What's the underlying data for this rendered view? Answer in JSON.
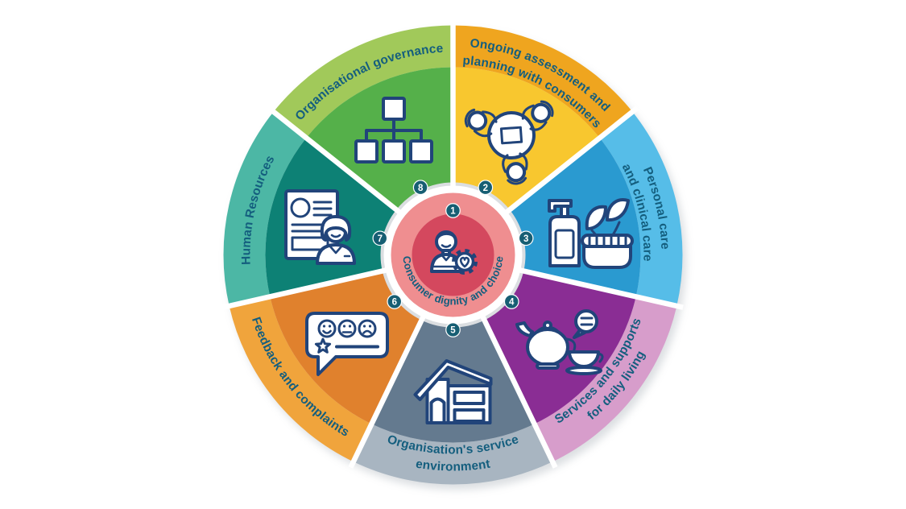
{
  "wheel": {
    "center": {
      "number": "1",
      "label": "Consumer dignity and choice",
      "icon": "person-gear-heart",
      "colors": {
        "ring": "#EF8E90",
        "inner": "#D4485E"
      }
    },
    "segments": [
      {
        "number": "2",
        "label_lines": [
          "Ongoing assessment and",
          "planning with consumers"
        ],
        "icon": "people-around-table",
        "colors": {
          "rim": "#EFA51F",
          "inner": "#F8C72F"
        }
      },
      {
        "number": "3",
        "label_lines": [
          "Personal care",
          "and clinical care"
        ],
        "icon": "care-products",
        "colors": {
          "rim": "#56BDE8",
          "inner": "#2A9AD0"
        }
      },
      {
        "number": "4",
        "label_lines": [
          "Services and supports",
          "for daily living"
        ],
        "icon": "teapot-and-cup",
        "colors": {
          "rim": "#D79DCB",
          "inner": "#8A2D94"
        }
      },
      {
        "number": "5",
        "label_lines": [
          "Organisation's service",
          "environment"
        ],
        "icon": "house",
        "colors": {
          "rim": "#A8B5C1",
          "inner": "#647A8F"
        }
      },
      {
        "number": "6",
        "label_lines": [
          "Feedback and complaints"
        ],
        "icon": "feedback-faces",
        "colors": {
          "rim": "#F0A43C",
          "inner": "#E0812D"
        }
      },
      {
        "number": "7",
        "label_lines": [
          "Human Resources"
        ],
        "icon": "hr-document-person",
        "colors": {
          "rim": "#4CB7A5",
          "inner": "#0D8175"
        }
      },
      {
        "number": "8",
        "label_lines": [
          "Organisational governance"
        ],
        "icon": "org-chart",
        "colors": {
          "rim": "#A1C95A",
          "inner": "#55B04A"
        }
      }
    ],
    "badge_color": "#175E73",
    "badge_text_color": "#FFFFFF",
    "label_color": "#145E7E",
    "icon_stroke": "#21447A"
  }
}
